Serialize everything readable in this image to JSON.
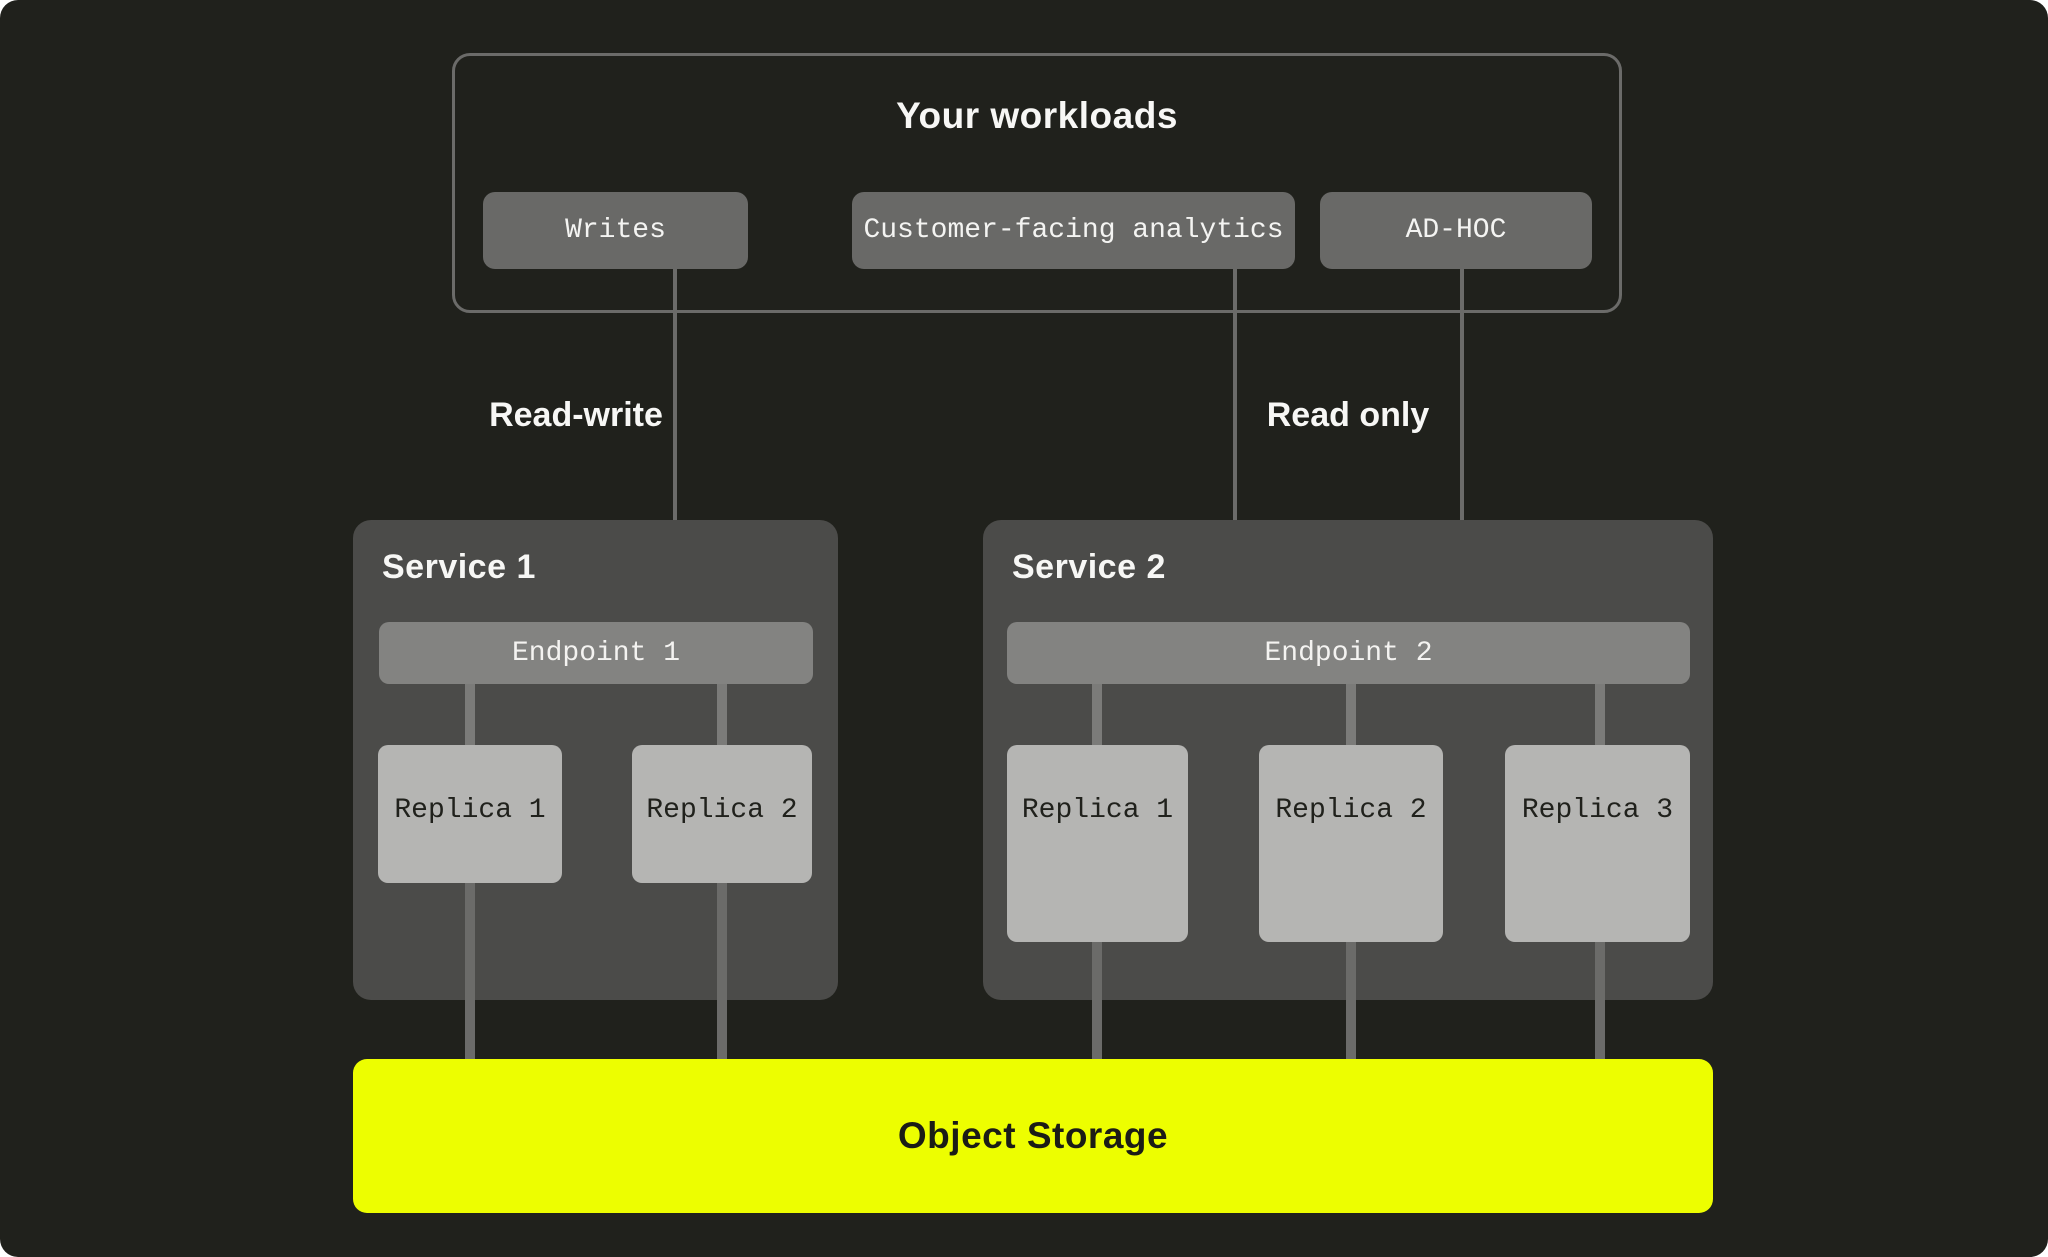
{
  "workloads": {
    "title": "Your workloads",
    "buttons": [
      "Writes",
      "Customer-facing analytics",
      "AD-HOC"
    ]
  },
  "flow_labels": {
    "read_write": "Read-write",
    "read_only": "Read only"
  },
  "services": [
    {
      "title": "Service 1",
      "endpoint": "Endpoint 1",
      "replicas": [
        "Replica 1",
        "Replica 2"
      ]
    },
    {
      "title": "Service 2",
      "endpoint": "Endpoint 2",
      "replicas": [
        "Replica 1",
        "Replica 2",
        "Replica 3"
      ]
    }
  ],
  "storage": {
    "label": "Object Storage"
  },
  "colors": {
    "background": "#20211c",
    "outline": "#6b6b69",
    "workload_chip": "#696967",
    "service_panel": "#4b4b49",
    "endpoint_bar": "#838381",
    "replica_box": "#b5b5b3",
    "connector_light": "#7b7b79",
    "connector_dark": "#6b6b69",
    "storage_accent": "#edfe00",
    "text_light": "#f7f7f5",
    "text_dark": "#20211c"
  }
}
